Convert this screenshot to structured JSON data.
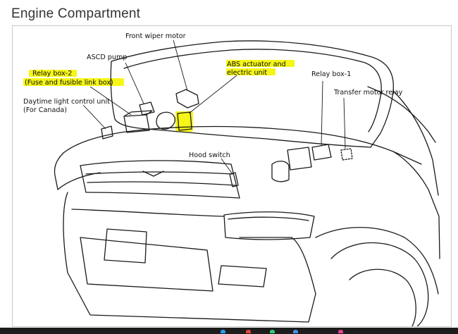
{
  "page": {
    "title": "Engine Compartment"
  },
  "diagram": {
    "highlight_color": "#f5f500",
    "line_color": "#1a1a1a",
    "labels": {
      "front_wiper_motor": "Front wiper motor",
      "ascd_pump": "ASCD pump",
      "abs_line1": "ABS actuator and",
      "abs_line2": "electric unit",
      "relay_box_2_line1": "Relay box-2",
      "relay_box_2_line2": "(Fuse and fusible link box)",
      "relay_box_1": "Relay box-1",
      "transfer_motor_relay": "Transfer motor relay",
      "daytime_line1": "Daytime light control unit",
      "daytime_line2": "(For Canada)",
      "hood_switch": "Hood switch"
    }
  },
  "taskbar": {
    "icon_colors": [
      "#2a9df4",
      "#e8453c",
      "#2ecc71",
      "#4a90e2",
      "#e84393"
    ]
  }
}
